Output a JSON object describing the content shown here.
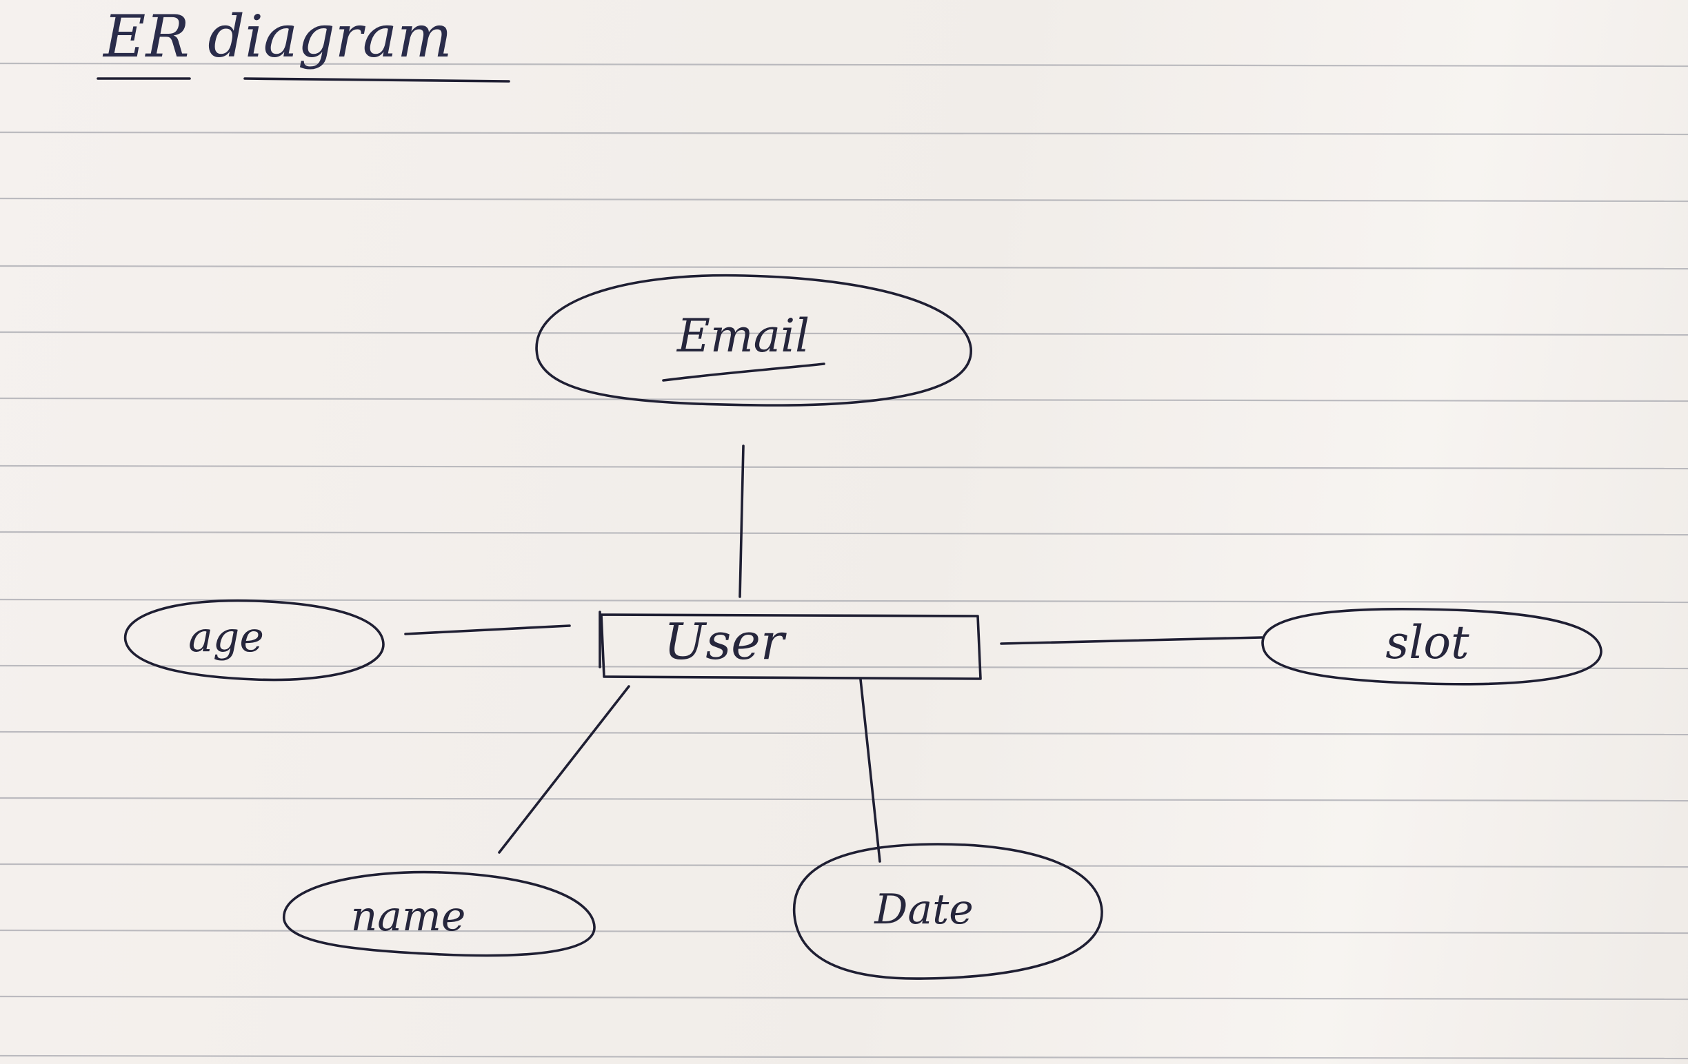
{
  "title": "ER diagram",
  "entity": {
    "label": "User"
  },
  "attributes": [
    {
      "key": "email",
      "label": "Email",
      "is_key": true
    },
    {
      "key": "age",
      "label": "age",
      "is_key": false
    },
    {
      "key": "slot",
      "label": "slot",
      "is_key": false
    },
    {
      "key": "name",
      "label": "name",
      "is_key": false
    },
    {
      "key": "date",
      "label": "Date",
      "is_key": false
    }
  ],
  "colors": {
    "ink": "#1f1f33",
    "title_ink": "#2a2c4a",
    "paper": "#f3efec",
    "ruled_line": "#8d8f9a"
  }
}
